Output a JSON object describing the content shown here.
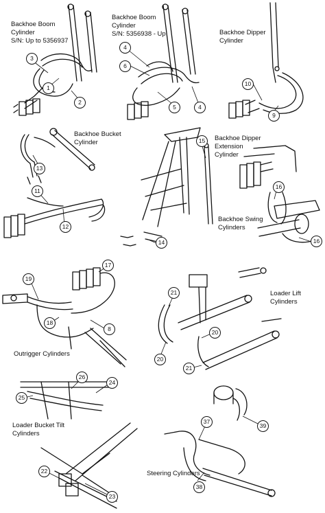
{
  "sections": [
    {
      "id": "bb1",
      "title": "Backhoe Boom\nCylinder\nS/N: Up to 5356937"
    },
    {
      "id": "bb2",
      "title": "Backhoe Boom\nCylinder\nS/N: 5356938 - Up"
    },
    {
      "id": "bdip",
      "title": "Backhoe Dipper\nCylinder"
    },
    {
      "id": "bbuck",
      "title": "Backhoe Bucket\nCylinder"
    },
    {
      "id": "bdext",
      "title": "Backhoe Dipper\nExtension\nCylinder"
    },
    {
      "id": "bswing",
      "title": "Backhoe Swing\nCylinders"
    },
    {
      "id": "outrig",
      "title": "Outrigger Cylinders"
    },
    {
      "id": "llift",
      "title": "Loader Lift\nCylinders"
    },
    {
      "id": "lbtilt",
      "title": "Loader Bucket Tilt\nCylinders"
    },
    {
      "id": "steer",
      "title": "Steering Cylinders"
    }
  ],
  "callouts": [
    "1",
    "2",
    "3",
    "4",
    "5",
    "6",
    "4",
    "10",
    "9",
    "13",
    "11",
    "12",
    "14",
    "15",
    "16",
    "16",
    "17",
    "19",
    "18",
    "8",
    "21",
    "20",
    "20",
    "21",
    "26",
    "24",
    "25",
    "22",
    "23",
    "37",
    "39",
    "38"
  ],
  "colors": {
    "line": "#111111",
    "background": "#ffffff"
  }
}
